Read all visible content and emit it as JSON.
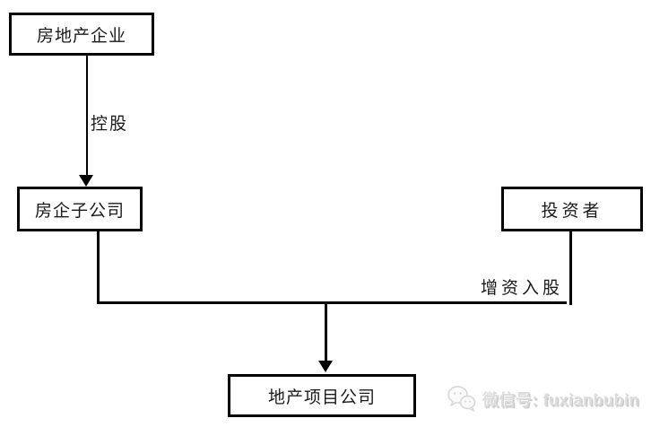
{
  "diagram": {
    "background": "#ffffff",
    "line_color": "#000000",
    "nodes": [
      {
        "id": "real-estate-enterprise",
        "label": "房地产企业"
      },
      {
        "id": "real-estate-subsidiary",
        "label": "房企子公司"
      },
      {
        "id": "investor",
        "label": "投资者"
      },
      {
        "id": "project-company",
        "label": "地产项目公司"
      }
    ],
    "edges": [
      {
        "from": "real-estate-enterprise",
        "to": "real-estate-subsidiary",
        "label": "控股",
        "style": "arrow"
      },
      {
        "from": "real-estate-subsidiary",
        "to": "project-company",
        "label": "",
        "style": "line"
      },
      {
        "from": "investor",
        "to": "project-company",
        "label": "增资入股",
        "style": "line"
      },
      {
        "from": "junction",
        "to": "project-company",
        "label": "",
        "style": "arrow"
      }
    ],
    "edge_labels": {
      "holding": "控股",
      "capital_increase": "增资入股"
    }
  },
  "watermark": {
    "icon": "wechat-icon",
    "text": "微信号: fuxianbubin",
    "color": "#d9d9d9"
  }
}
